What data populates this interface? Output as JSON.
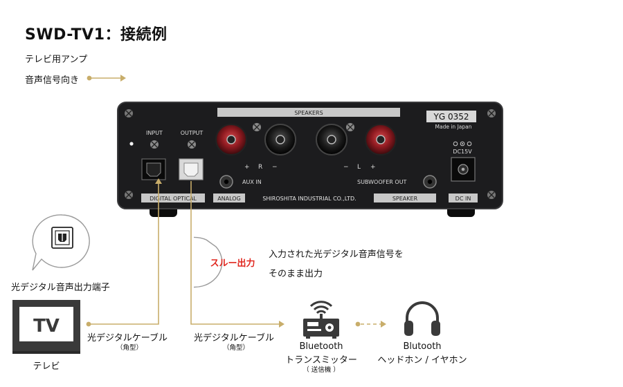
{
  "header": {
    "title": "SWD-TV1：接続例",
    "legend_device": "テレビ用アンプ",
    "legend_direction": "音声信号向き"
  },
  "panel": {
    "speakers_label": "SPEAKERS",
    "model": "YG 0352",
    "made_in": "Made in Japan",
    "input": "INPUT",
    "output": "OUTPUT",
    "plus": "+",
    "minus": "−",
    "r": "R",
    "l": "L",
    "aux_in": "AUX IN",
    "subwoofer_out": "SUBWOOFER OUT",
    "dc_voltage": "DC15V",
    "digital_optical": "DIGITAL OPTICAL",
    "analog": "ANALOG",
    "manufacturer": "SHIROSHITA  INDUSTRIAL CO.,LTD.",
    "speaker": "SPEAKER",
    "dc_in": "DC IN"
  },
  "tv": {
    "port_label": "光デジタル音声出力端子",
    "screen_text": "TV",
    "name": "テレビ"
  },
  "cables": {
    "cable1": "光デジタルケーブル",
    "cable1_note": "（角型）",
    "cable2": "光デジタルケーブル",
    "cable2_note": "（角型）"
  },
  "passthrough": {
    "badge": "スルー出力",
    "line1": "入力された光デジタル音声信号を",
    "line2": "そのまま出力"
  },
  "transmitter": {
    "line1": "Bluetooth",
    "line2": "トランスミッター",
    "note": "（ 送信機 ）"
  },
  "headphones": {
    "line1": "Blutooth",
    "line2": "ヘッドホン / イヤホン"
  },
  "colors": {
    "signal": "#c8ad6a",
    "panel": "#1c1c1e",
    "accent_red": "#e0261e",
    "terminal_red": "#8e1a20"
  }
}
